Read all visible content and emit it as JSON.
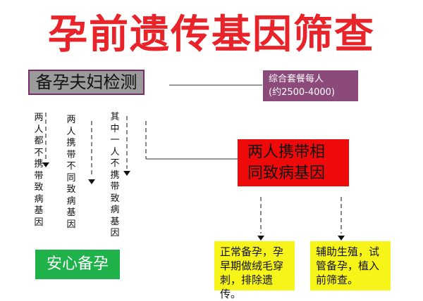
{
  "title": "孕前遗传基因筛查",
  "main_box": "备孕夫妇检测",
  "price": {
    "line1": "综合套餐每人",
    "line2": "(约2500-4000)"
  },
  "branches": {
    "b1": "两人都不携带致病基因",
    "b2": "两人携带不同致病基因",
    "b3": "其中一人不携带致病基因"
  },
  "carrier_box": {
    "line1": "两人携带相",
    "line2": "同致病基因"
  },
  "outcome_left": {
    "line1": "正常备孕，孕",
    "line2": "早期做绒毛穿",
    "line3": "刺，排除遗传。"
  },
  "outcome_right": {
    "line1": "辅助生殖，试",
    "line2": "管备孕，植入",
    "line3": "前筛查。"
  },
  "green_box": "安心备孕",
  "colors": {
    "title": "#e8242a",
    "carrier": "#ee0a0a",
    "outcome": "#f7f41a",
    "green": "#1fb14a",
    "price": "#8b4a7a"
  }
}
